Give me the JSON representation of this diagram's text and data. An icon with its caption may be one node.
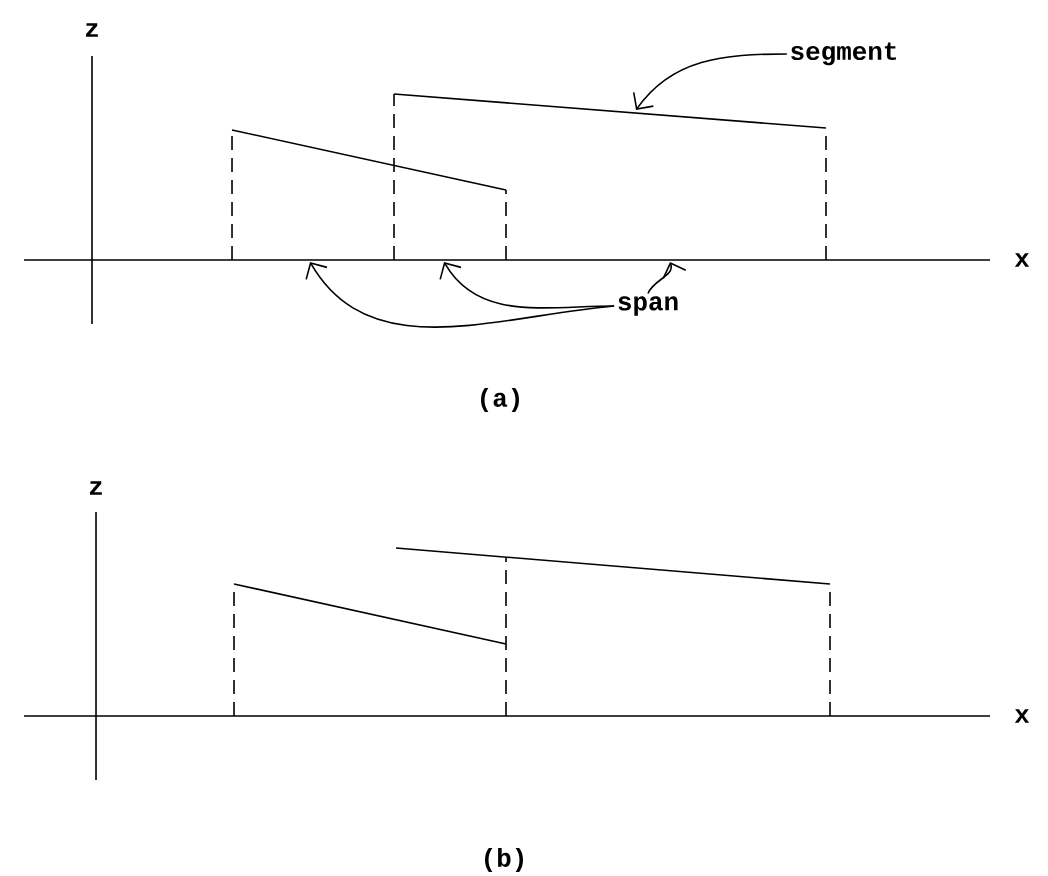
{
  "diagram": {
    "nodes": [
      {
        "text": [
          "segment"
        ]
      },
      {
        "text": [
          "span"
        ]
      }
    ],
    "edges": [
      {
        "from": 0,
        "to": null,
        "arrow": "to"
      },
      {
        "from": 1,
        "to": null,
        "arrow": "to"
      },
      {
        "from": 1,
        "to": null,
        "arrow": "to"
      },
      {
        "from": 1,
        "to": null,
        "arrow": "to"
      }
    ],
    "labels": [
      "z",
      "x",
      "(a)",
      "z",
      "x",
      "(b)"
    ]
  }
}
